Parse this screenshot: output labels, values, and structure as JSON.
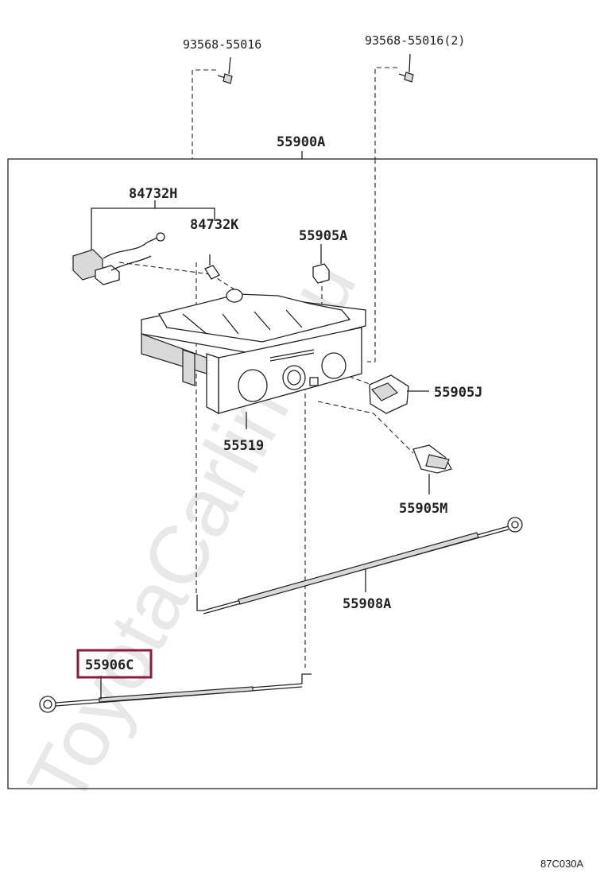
{
  "diagram": {
    "watermark": "ToyotaCarline.ru",
    "figure_code": "87C030A",
    "highlight_color": "#8b1a3c",
    "parts": {
      "screw_left": "93568-55016",
      "screw_right": "93568-55016(2)",
      "assembly": "55900A",
      "connector_h": "84732H",
      "bulb_k": "84732K",
      "knob_a": "55905A",
      "knob_j": "55905J",
      "panel": "55519",
      "knob_m": "55905M",
      "cable_a": "55908A",
      "cable_c": "55906C"
    }
  }
}
